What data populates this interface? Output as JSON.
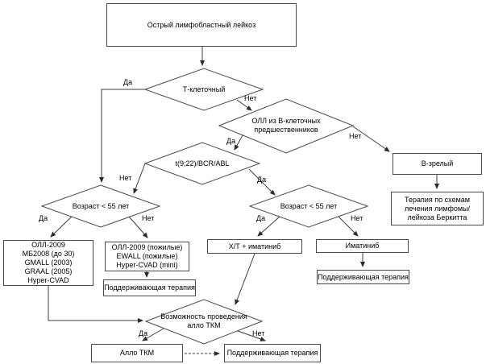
{
  "diagram_subject": "Острый лимфобластный лейкоз — алгоритм выбора терапии",
  "nodes": {
    "all": "Острый лимфобластный лейкоз",
    "t_cell": "Т-клеточный",
    "b_precursor": "ОЛЛ из В-клеточных предшественников",
    "t922": "t(9;22)/BCR/ABL",
    "b_mature": "В-зрелый",
    "burkitt_therapy": "Терапия по схемам лечения лимфомы/лейкоза Беркитта",
    "age_left": "Возраст < 55 лет",
    "age_right": "Возраст < 55 лет",
    "protocols_young": [
      "ОЛЛ-2009",
      "МБ2008 (до 30)",
      "GMALL (2003)",
      "GRAAL (2005)",
      "Hyper-CVAD"
    ],
    "protocols_elderly": [
      "ОЛЛ-2009 (пожилые)",
      "EWALL (пожилые)",
      "Hyper-CVAD (mini)"
    ],
    "maintenance_left": "Поддерживающая терапия",
    "ht_imatinib": "Х/Т + иматиниб",
    "imatinib": "Иматиниб",
    "maintenance_right": "Поддерживающая терапия",
    "allo_feasibility": "Возможность проведения алло ТКМ",
    "allo_tkm": "Алло ТКМ",
    "maintenance_bottom": "Поддерживающая терапия"
  },
  "edge_labels": {
    "t_cell_yes": "Да",
    "t_cell_no": "Нет",
    "b_precursor_yes": "Да",
    "b_precursor_no": "Нет",
    "t922_no": "Нет",
    "t922_yes": "Да",
    "age_left_yes": "Да",
    "age_left_no": "Нет",
    "age_right_yes": "Да",
    "age_right_no": "Нет",
    "allo_yes": "Да",
    "allo_no": "Нет"
  },
  "colors": {
    "background": "#ffffff",
    "box_border": "#4a4a4a",
    "line": "#3c3c3c",
    "arrowhead": "#2b2b2b",
    "text": "#000000"
  }
}
